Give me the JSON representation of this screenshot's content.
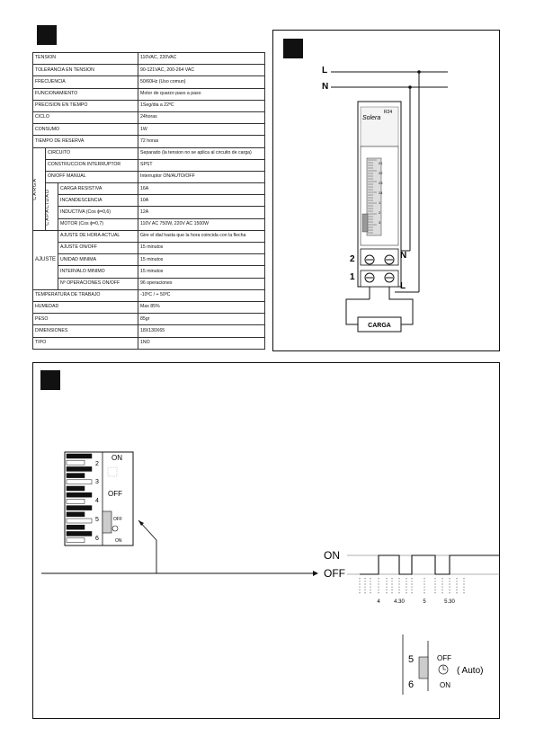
{
  "spec_table": {
    "rows_top": [
      {
        "label": "TENSION",
        "value": "110VAC, 220VAC"
      },
      {
        "label": "TOLERANCIA EN TENSION",
        "value": "90-121VAC, 200-264 VAC"
      },
      {
        "label": "FRECUENCIA",
        "value": "50/60Hz (Uso comun)"
      },
      {
        "label": "FUNCIONAMIENTO",
        "value": "Motor de quarzo paso a paso"
      },
      {
        "label": "PRECISION EN TIEMPO",
        "value": "1Seg/dia a 22ºC"
      },
      {
        "label": "CICLO",
        "value": "24horas"
      },
      {
        "label": "CONSUMO",
        "value": "1W"
      },
      {
        "label": "TIEMPO DE RESERVA",
        "value": "72 horas"
      }
    ],
    "carga_label": "CARGA",
    "capacidad_label": "CAPACIDAD",
    "carga_rows": [
      {
        "label": "CIRCUITO",
        "value": "Separado (la tension no se aplica al circuito de carga)"
      },
      {
        "label": "CONSTRUCCION INTERRUPTOR",
        "value": "SPST"
      },
      {
        "label": "ON/OFF MANUAL",
        "value": "Interruptor ON/AUTO/OFF"
      }
    ],
    "capacidad_rows": [
      {
        "label": "CARGA RESISTIVA",
        "value": "16A"
      },
      {
        "label": "INCANDESCENCIA",
        "value": "10A"
      },
      {
        "label": "INDUCTIVA (Cos ϕ=0,6)",
        "value": "12A"
      },
      {
        "label": "MOTOR (Cos ϕ=0,7)",
        "value": "110V AC 750W, 220V AC 1500W"
      }
    ],
    "ajuste_label": "AJUSTE",
    "ajuste_rows": [
      {
        "label": "AJUSTE DE HORA ACTUAL",
        "value": "Gire el dial hasta que la hora coincida con la flecha"
      },
      {
        "label": "AJUSTE ON/OFF",
        "value": "15 minutos"
      },
      {
        "label": "UNIDAD MINIMA",
        "value": "15 minutos"
      },
      {
        "label": "INTERVALO MINIMO",
        "value": "15 minutos"
      },
      {
        "label": "Nº OPERACIONES ON/OFF",
        "value": "96 operaciones"
      }
    ],
    "rows_bottom": [
      {
        "label": "TEMPERATURA DE TRABAJO",
        "value": "-10ºC / + 50ºC"
      },
      {
        "label": "HUMEDAD",
        "value": "Max 85%"
      },
      {
        "label": "PESO",
        "value": "85gr"
      },
      {
        "label": "DIMENSIONES",
        "value": "18X130X65"
      },
      {
        "label": "TIPO",
        "value": "1NO"
      }
    ]
  },
  "wiring": {
    "line_l": "L",
    "line_n": "N",
    "brand": "Solera",
    "model": "R24",
    "terminal_2": "2",
    "terminal_1": "1",
    "term_n": "N",
    "term_l": "L",
    "load": "CARGA",
    "dial_numbers": [
      "21",
      "22",
      "23",
      "24",
      "1",
      "2",
      "3"
    ]
  },
  "setting": {
    "ticks": [
      "2",
      "3",
      "4",
      "5",
      "6"
    ],
    "on": "ON",
    "off": "OFF",
    "switch_off": "OFF",
    "switch_on": "ON",
    "chart_on": "ON",
    "chart_off": "OFF",
    "time_labels": [
      "4",
      "4.30",
      "5",
      "5.30"
    ],
    "detail_ticks": [
      "5",
      "6"
    ],
    "detail_off": "OFF",
    "detail_on": "ON",
    "auto": "( Auto)"
  }
}
